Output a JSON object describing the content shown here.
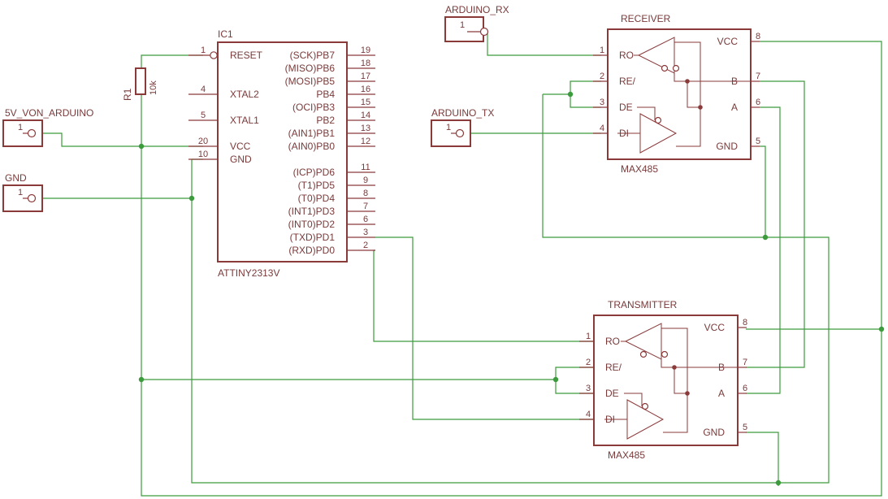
{
  "connectors": {
    "arduino_rx": {
      "name": "ARDUINO_RX",
      "pin": "1"
    },
    "arduino_tx": {
      "name": "ARDUINO_TX",
      "pin": "1"
    },
    "vcc_in": {
      "name": "5V_VON_ARDUINO",
      "pin": "1"
    },
    "gnd_in": {
      "name": "GND",
      "pin": "1"
    }
  },
  "resistor": {
    "name": "R1",
    "value": "10k"
  },
  "ic1": {
    "name": "IC1",
    "part": "ATTINY2313V",
    "left_pins": [
      {
        "num": "1",
        "label": "RESET"
      },
      {
        "num": "4",
        "label": "XTAL2"
      },
      {
        "num": "5",
        "label": "XTAL1"
      },
      {
        "num": "20",
        "label": "VCC"
      },
      {
        "num": "10",
        "label": "GND"
      }
    ],
    "right_pins": [
      {
        "num": "19",
        "label": "(SCK)PB7"
      },
      {
        "num": "18",
        "label": "(MISO)PB6"
      },
      {
        "num": "17",
        "label": "(MOSI)PB5"
      },
      {
        "num": "16",
        "label": "PB4"
      },
      {
        "num": "15",
        "label": "(OCI)PB3"
      },
      {
        "num": "14",
        "label": "PB2"
      },
      {
        "num": "13",
        "label": "(AIN1)PB1"
      },
      {
        "num": "12",
        "label": "(AIN0)PB0"
      },
      {
        "num": "11",
        "label": "(ICP)PD6"
      },
      {
        "num": "9",
        "label": "(T1)PD5"
      },
      {
        "num": "8",
        "label": "(T0)PD4"
      },
      {
        "num": "7",
        "label": "(INT1)PD3"
      },
      {
        "num": "6",
        "label": "(INT0)PD2"
      },
      {
        "num": "3",
        "label": "(TXD)PD1"
      },
      {
        "num": "2",
        "label": "(RXD)PD0"
      }
    ]
  },
  "receiver": {
    "name": "RECEIVER",
    "part": "MAX485",
    "left_pins": [
      {
        "num": "1",
        "label": "RO"
      },
      {
        "num": "2",
        "label": "RE/"
      },
      {
        "num": "3",
        "label": "DE"
      },
      {
        "num": "4",
        "label": "DI"
      }
    ],
    "right_pins": [
      {
        "num": "8",
        "label": "VCC"
      },
      {
        "num": "7",
        "label": "B"
      },
      {
        "num": "6",
        "label": "A"
      },
      {
        "num": "5",
        "label": "GND"
      }
    ]
  },
  "transmitter": {
    "name": "TRANSMITTER",
    "part": "MAX485",
    "left_pins": [
      {
        "num": "1",
        "label": "RO"
      },
      {
        "num": "2",
        "label": "RE/"
      },
      {
        "num": "3",
        "label": "DE"
      },
      {
        "num": "4",
        "label": "DI"
      }
    ],
    "right_pins": [
      {
        "num": "8",
        "label": "VCC"
      },
      {
        "num": "7",
        "label": "B"
      },
      {
        "num": "6",
        "label": "A"
      },
      {
        "num": "5",
        "label": "GND"
      }
    ]
  },
  "colors": {
    "symbol": "#8b3a3a",
    "net": "#3c9b3c",
    "background": "#ffffff"
  }
}
